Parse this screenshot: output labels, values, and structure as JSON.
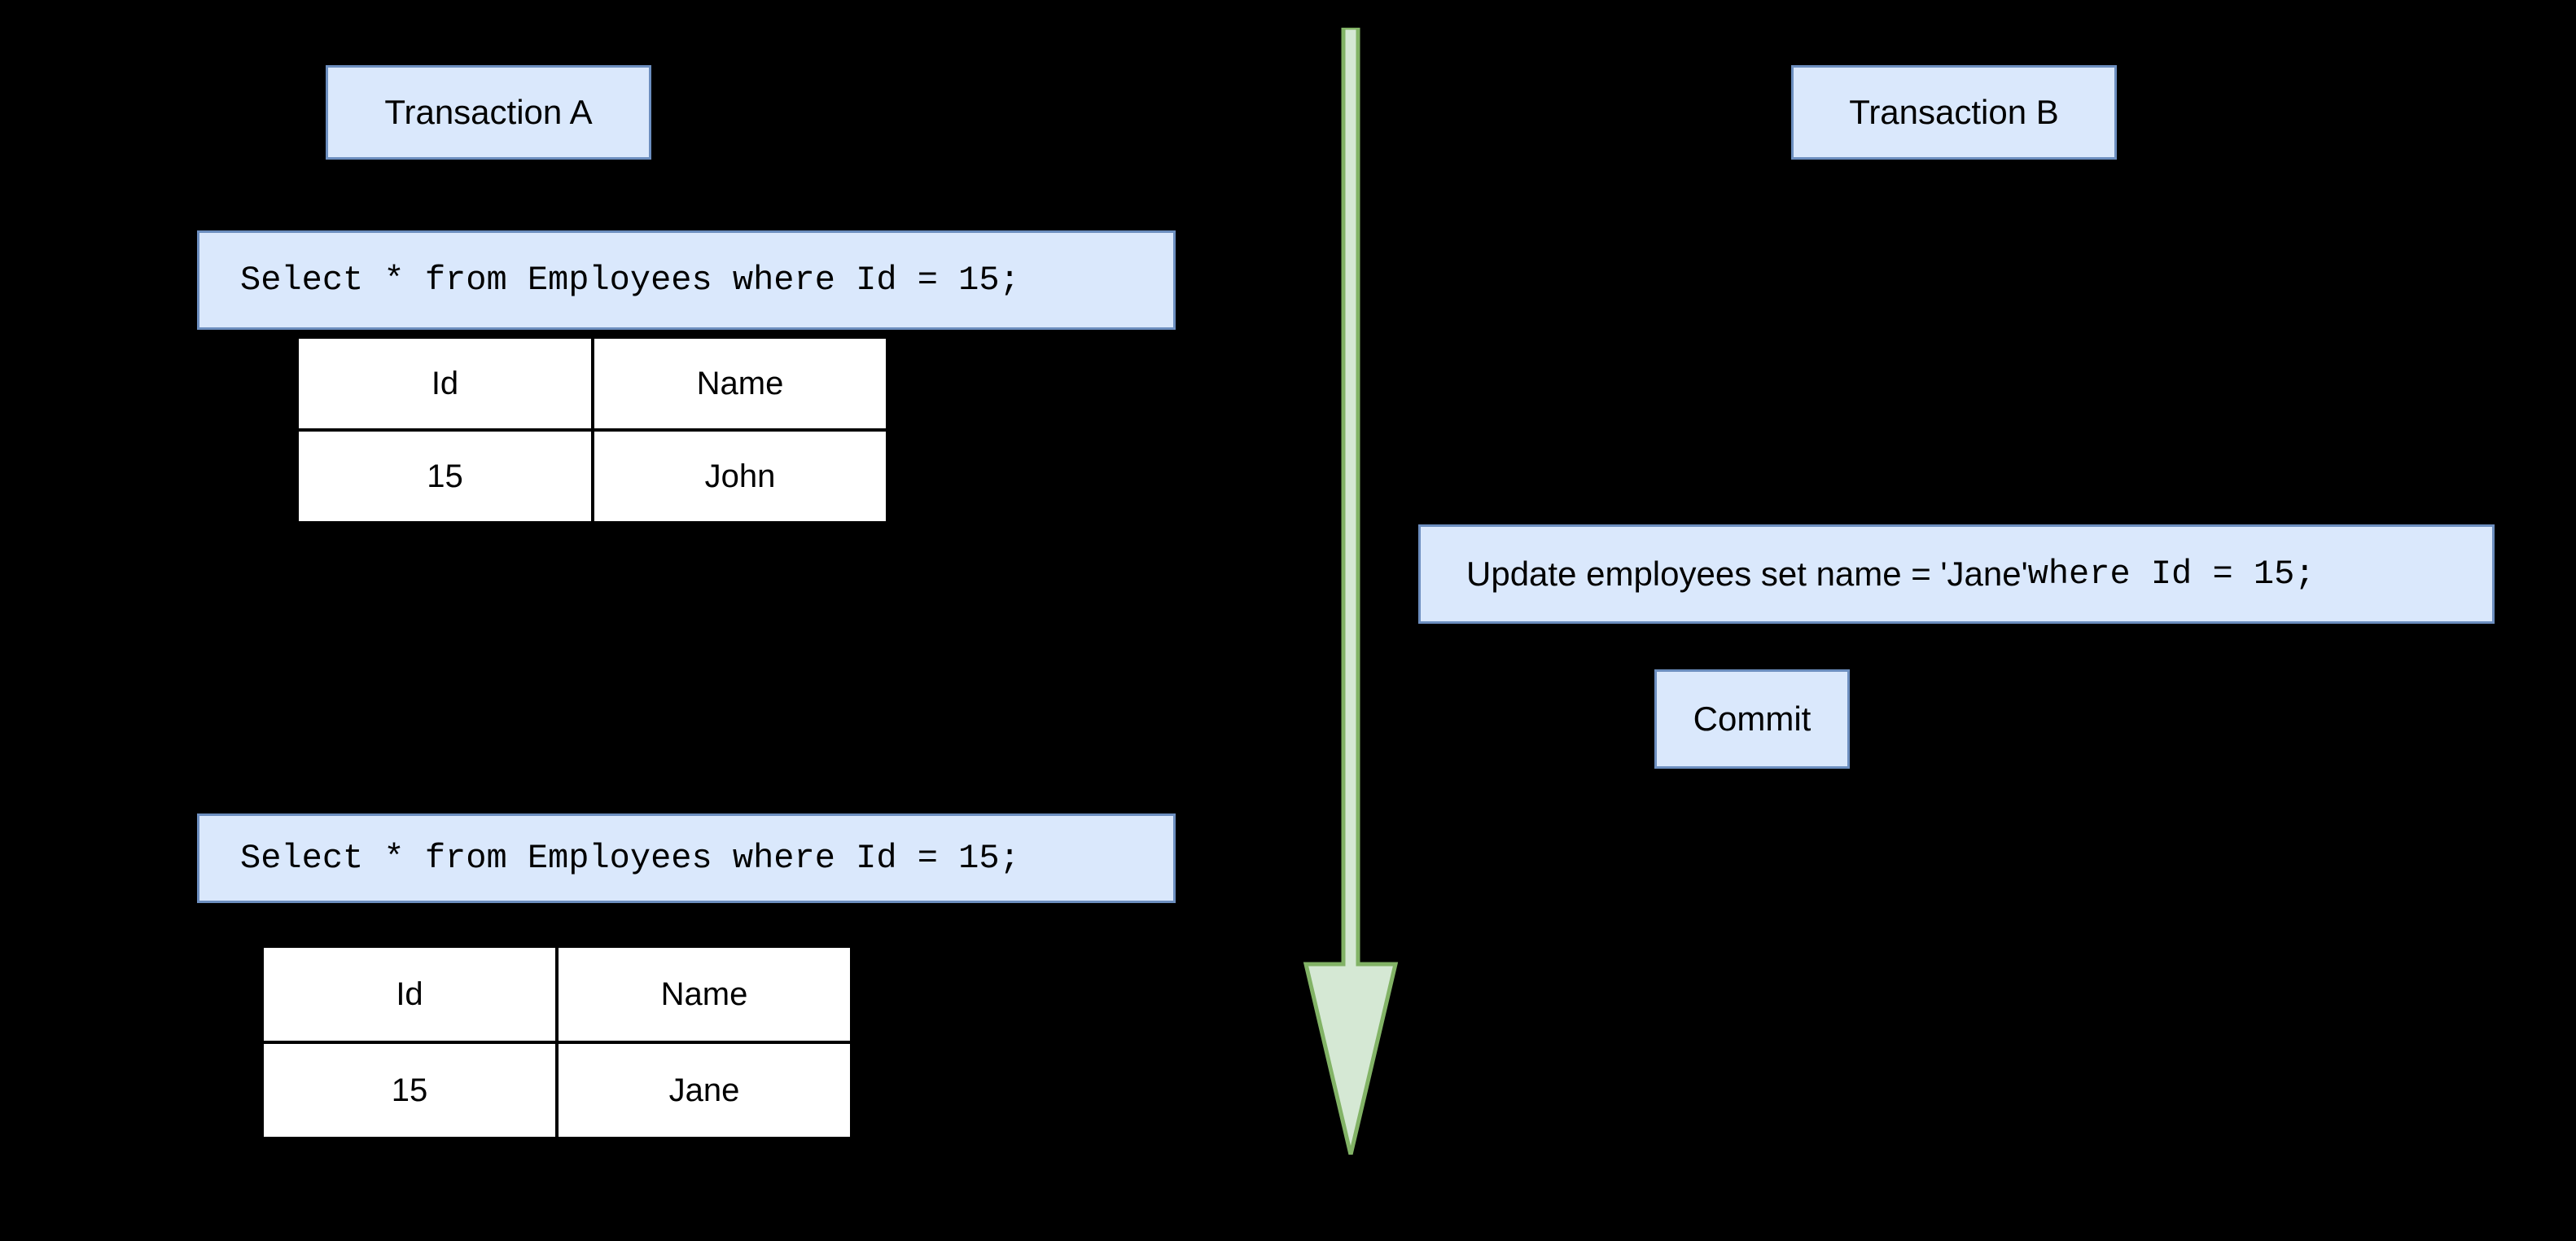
{
  "diagram": {
    "title_left": "Transaction A",
    "title_right": "Transaction B",
    "background_color": "#000000",
    "box_fill": "#dae8fc",
    "box_border": "#6c8ebf",
    "arrow_fill": "#d5e8d4",
    "arrow_border": "#82b366",
    "table_border": "#000000",
    "table_fill": "#ffffff"
  },
  "transaction_a": {
    "label": "Transaction A",
    "first_query": "Select * from Employees where Id = 15;",
    "first_result": {
      "headers": [
        "Id",
        "Name"
      ],
      "rows": [
        [
          "15",
          "John"
        ]
      ]
    },
    "second_query": "Select * from Employees where Id = 15;",
    "second_result": {
      "headers": [
        "Id",
        "Name"
      ],
      "rows": [
        [
          "15",
          "Jane"
        ]
      ]
    }
  },
  "transaction_b": {
    "label": "Transaction B",
    "update_statement_sans": "Update employees set name = 'Jane'",
    "update_statement_mono": " where Id = 15;",
    "commit_label": "Commit"
  },
  "timeline": {
    "arrow_name": "time-direction-arrow",
    "direction": "down"
  }
}
